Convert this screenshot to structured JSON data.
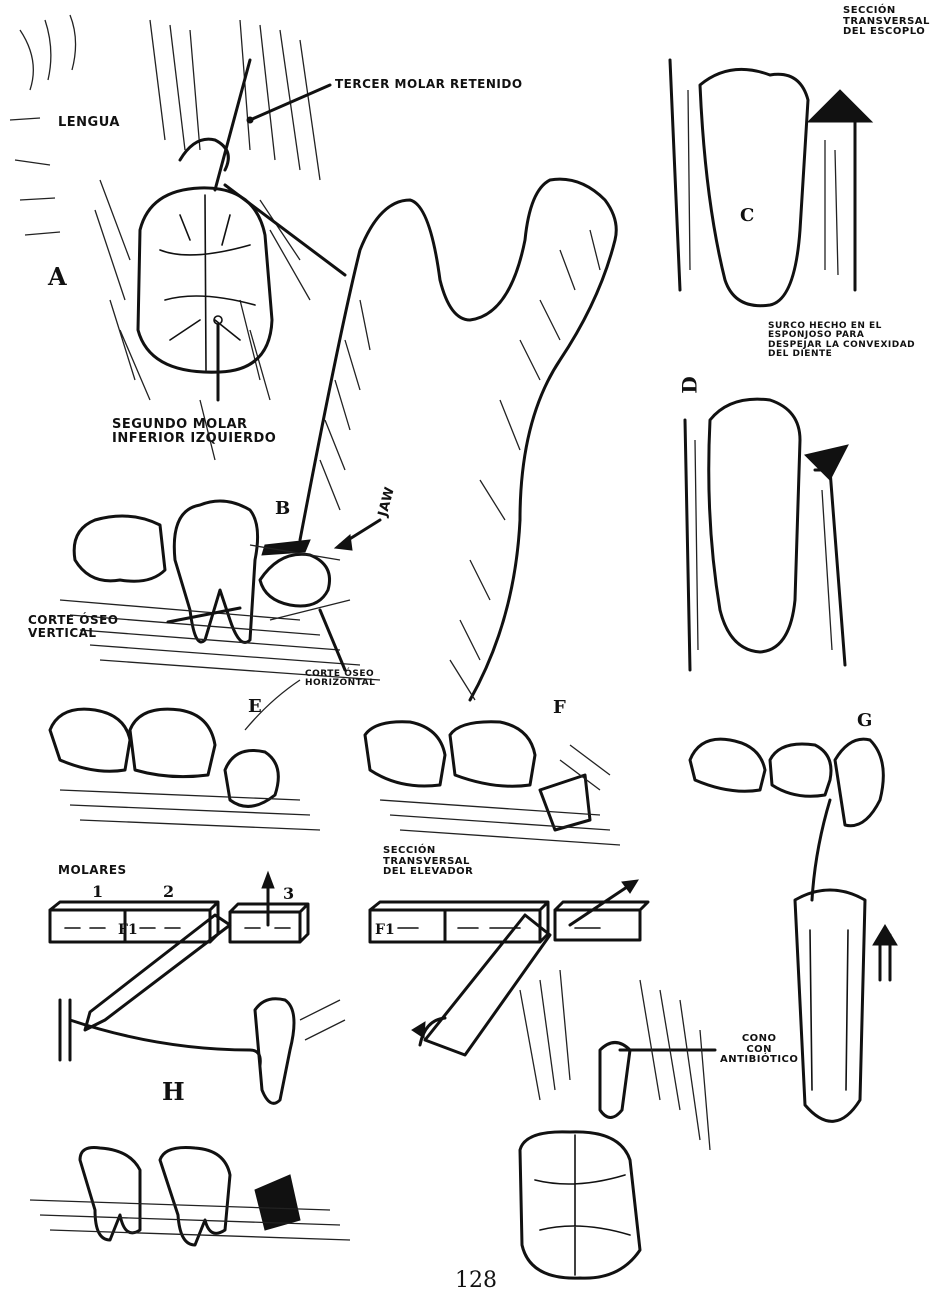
{
  "figure": {
    "labels": {
      "tongue": "Lengua",
      "retained_third_molar": "Tercer molar retenido",
      "second_molar": "Segundo molar\ninferior izquierdo",
      "vertical_cut": "Corte óseo\nvertical",
      "horizontal_cut": "Corte óseo\nhorizontal",
      "chisel_section": "Sección\ntransversal\ndel escoplo",
      "groove_note": "Surco hecho en el\nesponjoso para\ndespejar la convexidad\ndel diente",
      "molars": "Molares",
      "elevator_section": "Sección\ntransversal\ndel elevador",
      "cone": "Cono\ncon\nantibiótico",
      "jaw_text": "JAW"
    },
    "panel_letters": [
      "A",
      "B",
      "C",
      "D",
      "E",
      "F",
      "G",
      "H"
    ],
    "molar_numbers": [
      "1",
      "2",
      "3"
    ],
    "force_labels": [
      "F1",
      "F1"
    ],
    "page_number": "128"
  }
}
